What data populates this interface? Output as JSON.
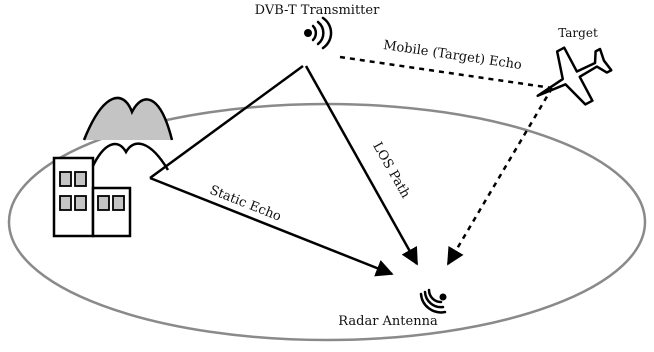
{
  "labels": {
    "transmitter": "DVB-T Transmitter",
    "target": "Target",
    "target_echo": "Mobile (Target) Echo",
    "los_path": "LOS Path",
    "static_echo": "Static Echo",
    "radar_antenna": "Radar Antenna"
  },
  "colors": {
    "ellipse": "#8a8a8a",
    "stroke": "#000000",
    "mountain_fill": "#c4c4c4",
    "window_fill": "#c4c4c4"
  }
}
